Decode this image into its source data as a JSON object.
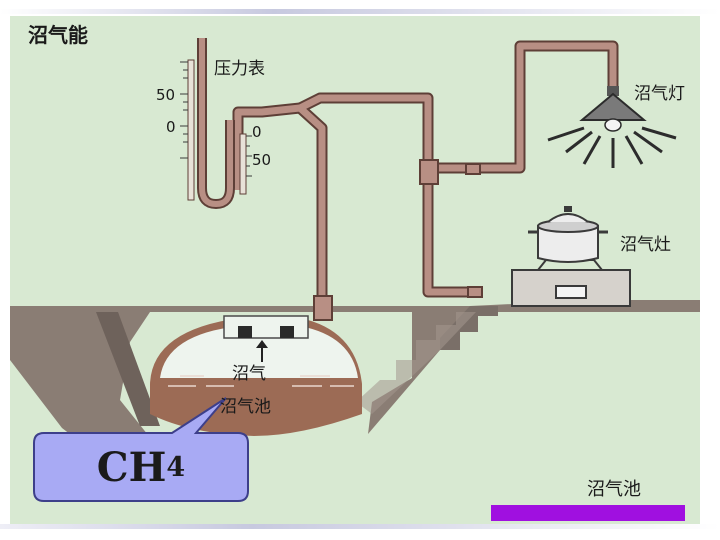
{
  "slide": {
    "title": "沼气能",
    "caption": "沼气池"
  },
  "diagram": {
    "gauge": {
      "label": "压力表",
      "left_ticks": [
        "50",
        "0"
      ],
      "right_ticks": [
        "0",
        "50"
      ]
    },
    "lamp_label": "沼气灯",
    "stove_label": "沼气灶",
    "gas_label": "沼气",
    "tank_label": "沼气池"
  },
  "callout": {
    "formula_main": "CH",
    "formula_sub": "4"
  },
  "colors": {
    "background": "#d8e9d2",
    "ground": "#8a7d74",
    "water": "#9c6b55",
    "pipe": "#b88f84",
    "callout_fill": "#a8aaf4",
    "accent_bar": "#a010e0"
  }
}
